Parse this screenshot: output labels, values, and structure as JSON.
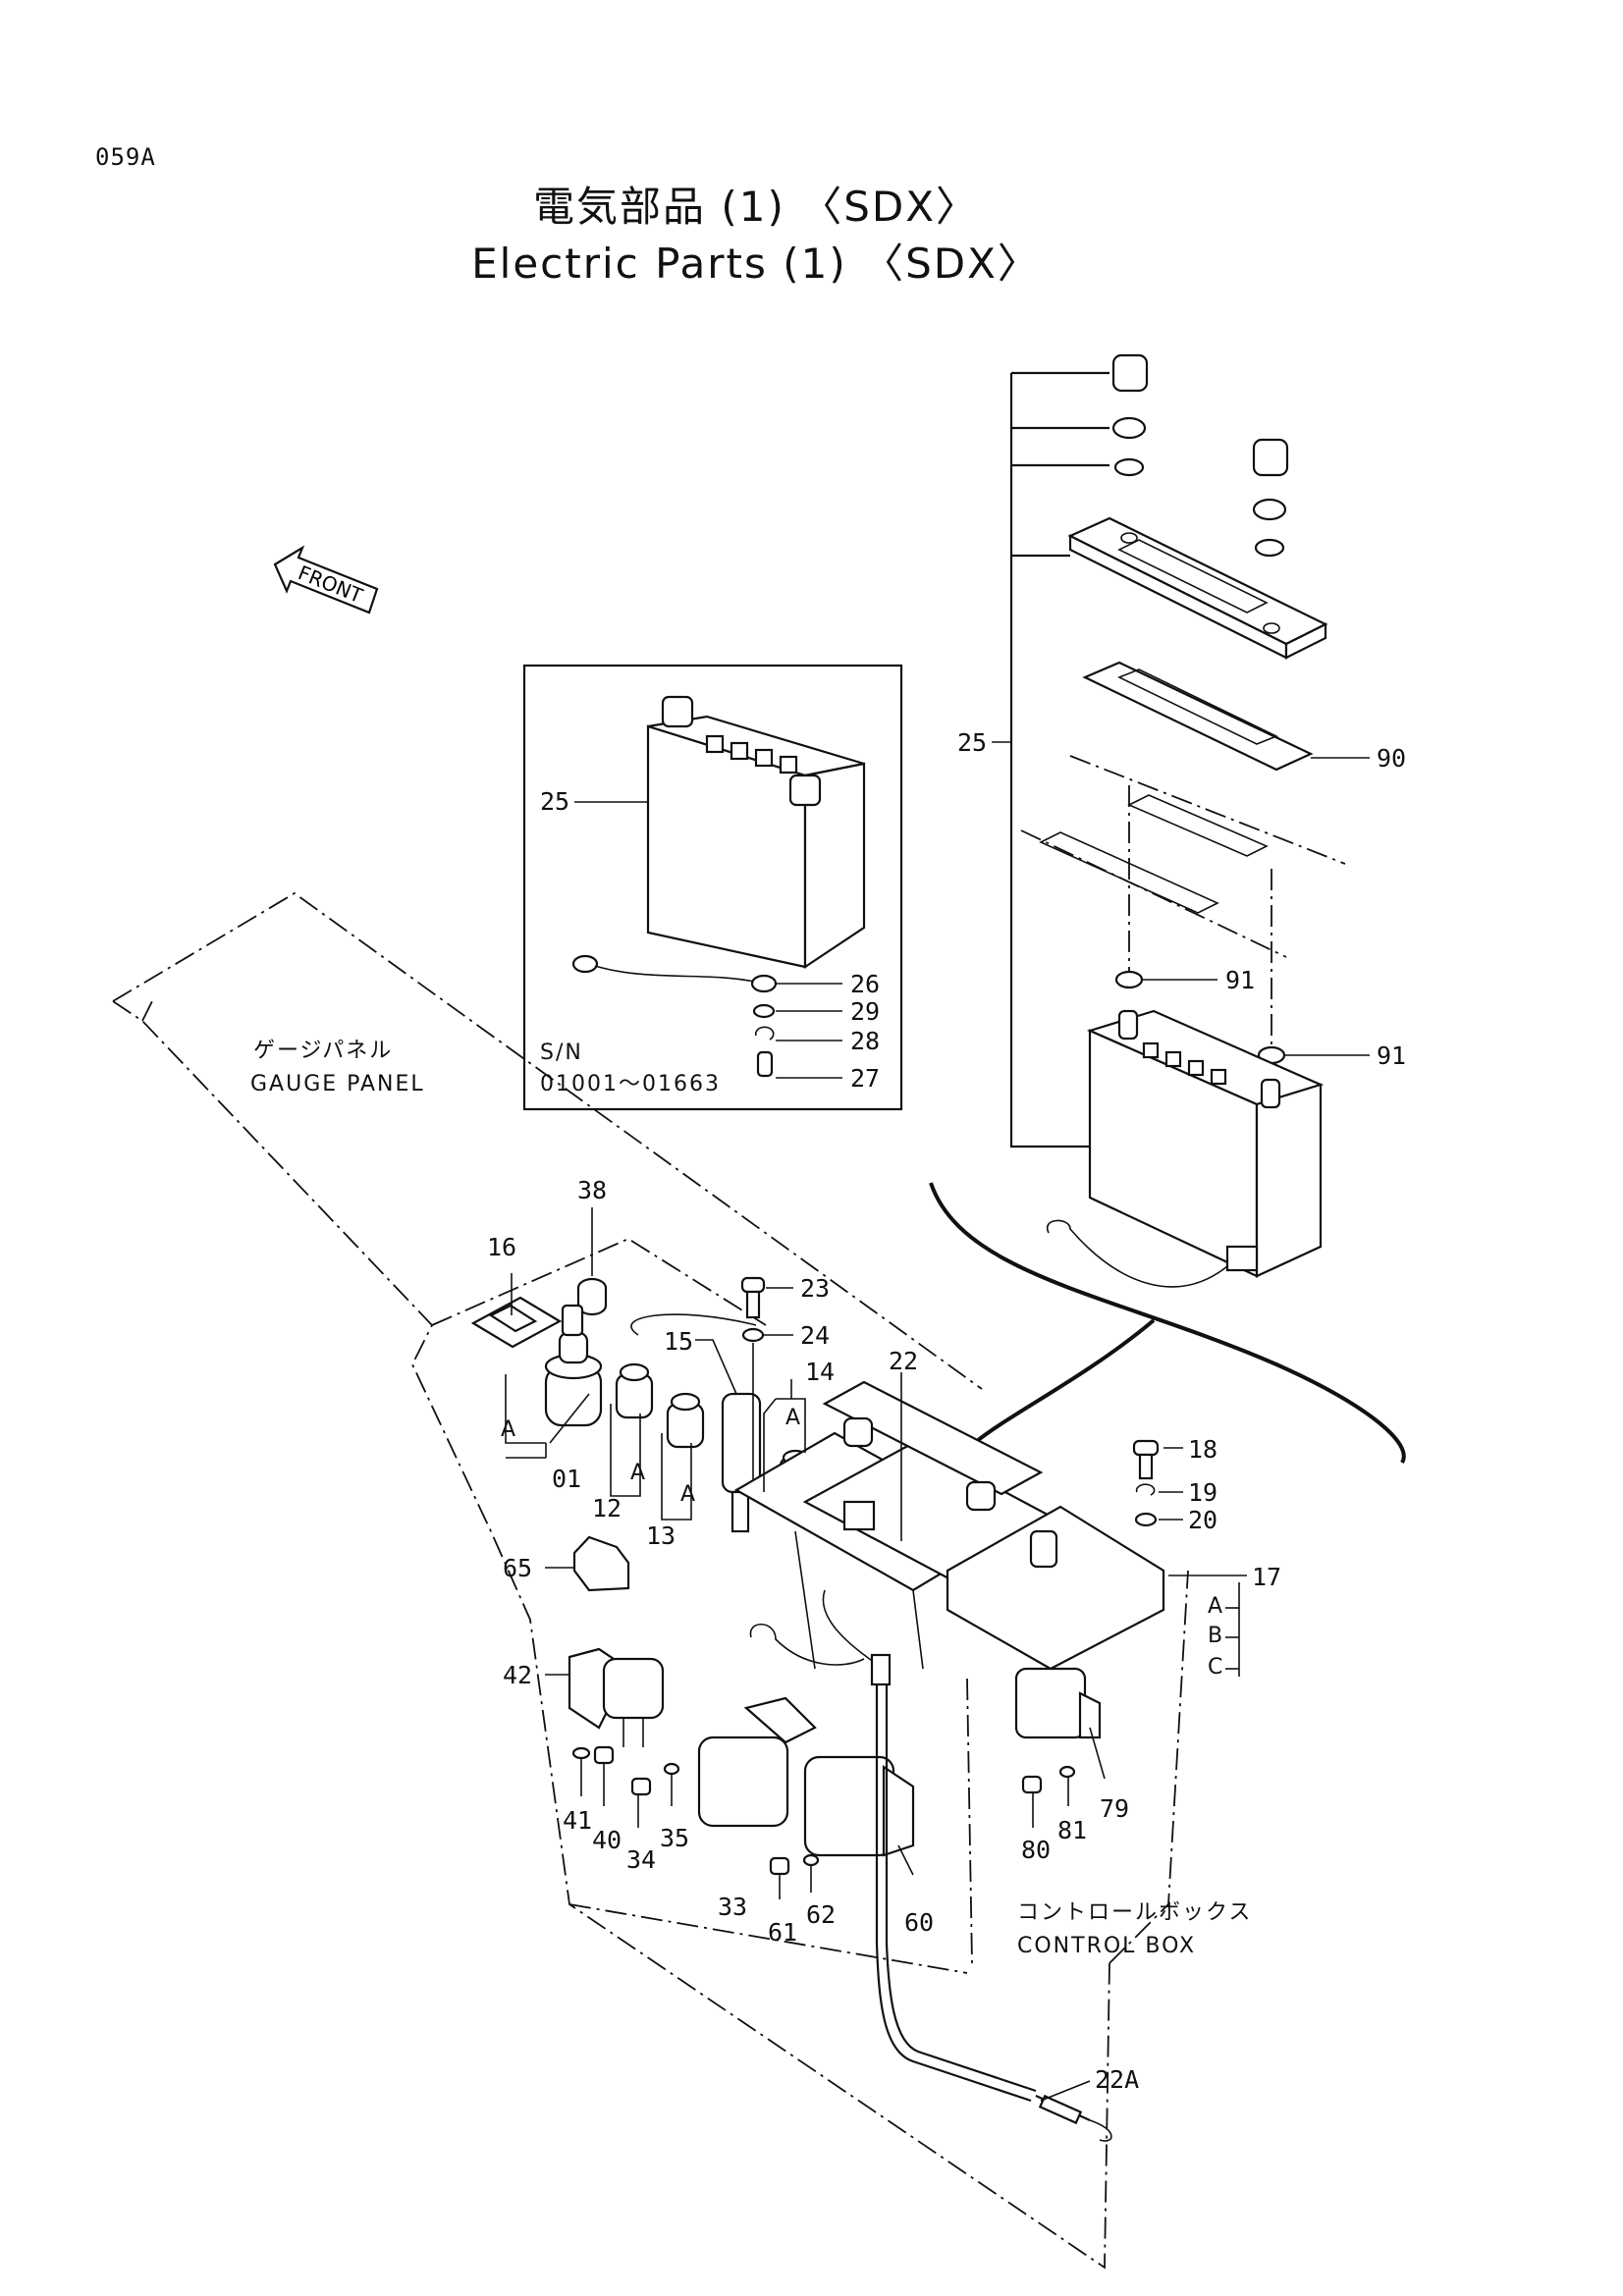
{
  "page_code": "059A",
  "title_jp": "電気部品 (1) 〈SDX〉",
  "title_en": "Electric Parts (1) 〈SDX〉",
  "front_label": "FRONT",
  "inset": {
    "serial_label": "S/N",
    "serial_range": "01001～01663"
  },
  "gauge_panel": {
    "jp": "ゲージパネル",
    "en": "GAUGE PANEL"
  },
  "control_box": {
    "jp": "コントロールボックス",
    "en": "CONTROL BOX"
  },
  "variant_A": "A",
  "variant_B": "B",
  "variant_C": "C",
  "callouts": {
    "p01": "01",
    "p12": "12",
    "p13": "13",
    "p14": "14",
    "p15": "15",
    "p16": "16",
    "p17": "17",
    "p18": "18",
    "p19": "19",
    "p20": "20",
    "p22": "22",
    "p22A": "22A",
    "p23": "23",
    "p24": "24",
    "p25_inset": "25",
    "p25_main": "25",
    "p26": "26",
    "p27": "27",
    "p28": "28",
    "p29": "29",
    "p33": "33",
    "p34": "34",
    "p35": "35",
    "p38": "38",
    "p40": "40",
    "p41": "41",
    "p42": "42",
    "p60": "60",
    "p61": "61",
    "p62": "62",
    "p65": "65",
    "p79": "79",
    "p80": "80",
    "p81": "81",
    "p90": "90",
    "p91a": "91",
    "p91b": "91"
  }
}
